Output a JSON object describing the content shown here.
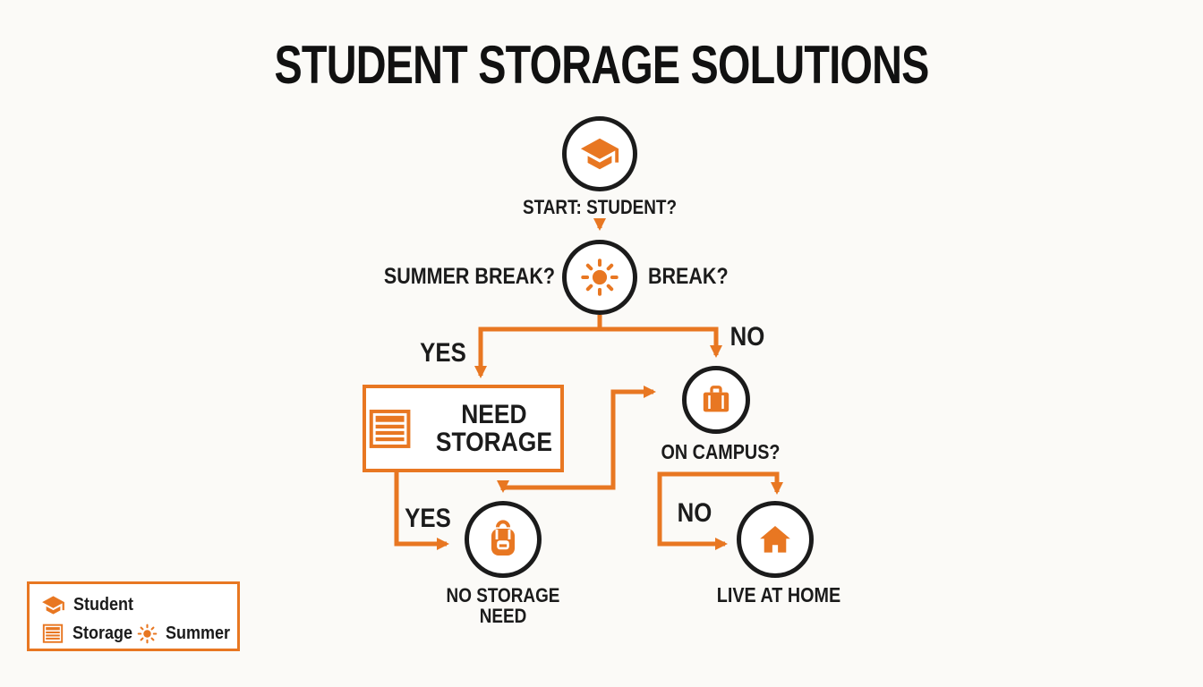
{
  "title": "STUDENT STORAGE SOLUTIONS",
  "nodes": {
    "start": {
      "icon": "graduation-cap-icon",
      "caption": "START: STUDENT?"
    },
    "summer_break": {
      "icon": "sun-icon",
      "label_left": "SUMMER BREAK?",
      "label_right": "BREAK?"
    },
    "need_storage": {
      "icon": "storage-icon",
      "label_line1": "NEED",
      "label_line2": "STORAGE"
    },
    "on_campus": {
      "icon": "suitcase-icon",
      "caption": "ON CAMPUS?"
    },
    "no_storage_need": {
      "icon": "backpack-icon",
      "caption_line1": "NO STORAGE",
      "caption_line2": "NEED"
    },
    "live_at_home": {
      "icon": "house-icon",
      "caption": "LIVE AT HOME"
    }
  },
  "edge_labels": {
    "summer_yes": "YES",
    "summer_no": "NO",
    "storage_yes": "YES",
    "campus_no": "NO"
  },
  "legend": {
    "items": [
      {
        "icon": "graduation-cap-icon",
        "label": "Student"
      },
      {
        "icon": "storage-icon",
        "label": "Storage"
      },
      {
        "icon": "sun-icon",
        "label": "Summer"
      }
    ]
  },
  "colors": {
    "accent": "#E87722",
    "ink": "#1b1b1b",
    "background": "#fbfaf7"
  }
}
